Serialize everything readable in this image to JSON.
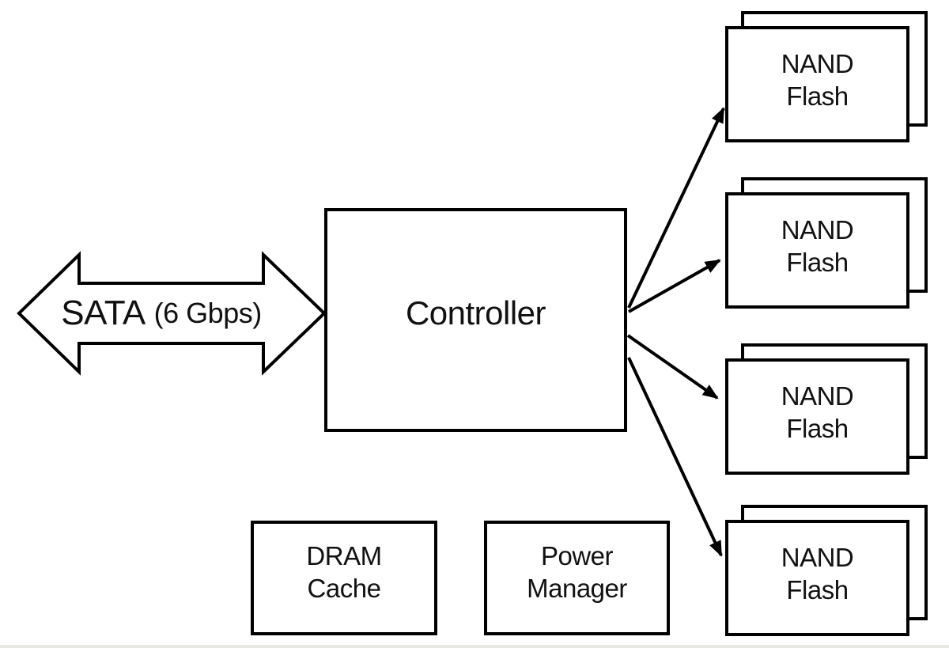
{
  "diagram": {
    "title_semantic": "SSD architecture block diagram",
    "sata_arrow": {
      "label_main": "SATA",
      "label_detail": "(6 Gbps)"
    },
    "controller": {
      "label": "Controller"
    },
    "dram_cache": {
      "label_line1": "DRAM",
      "label_line2": "Cache"
    },
    "power_manager": {
      "label_line1": "Power",
      "label_line2": "Manager"
    },
    "nand_groups": [
      {
        "label_line1": "NAND",
        "label_line2": "Flash"
      },
      {
        "label_line1": "NAND",
        "label_line2": "Flash"
      },
      {
        "label_line1": "NAND",
        "label_line2": "Flash"
      },
      {
        "label_line1": "NAND",
        "label_line2": "Flash"
      }
    ],
    "colors": {
      "line": "#000000",
      "background": "#ffffff",
      "bottom_rule": "#e9e7e2",
      "text": "#111111"
    }
  }
}
